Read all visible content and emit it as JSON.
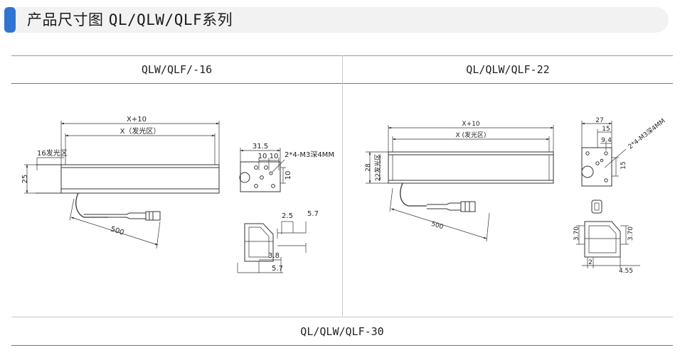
{
  "page": {
    "title_cn": "产品尺寸图",
    "title_series": "QL/QLW/QLF系列",
    "accent_color": "#2f74d0"
  },
  "sections": {
    "left_header": "QLW/QLF/-16",
    "right_header": "QL/QLW/QLF-22",
    "bottom_header": "QL/QLW/QLF-30"
  },
  "left_drawing": {
    "dim_x10": "X+10",
    "dim_x": "X（发光区）",
    "dim_emit": "16发光区",
    "dim_25": "25",
    "dim_500": "500",
    "dim_315": "31.5",
    "dim_10a": "10",
    "dim_10b": "10",
    "dim_10v": "10",
    "note_holes": "2*4-M3深4MM",
    "dim_25b": "2.5",
    "dim_57a": "5.7",
    "dim_38": "3.8",
    "dim_57b": "5.7"
  },
  "right_drawing": {
    "dim_x10": "X+10",
    "dim_x": "X (发光区)",
    "dim_28": "28",
    "dim_22": "22发光区",
    "dim_500": "500",
    "dim_27": "27",
    "dim_15a": "15",
    "dim_9": "9",
    "dim_4": "4",
    "dim_15v": "15",
    "note_holes": "2*4-M3深4MM",
    "dim_370a": "3.70",
    "dim_370b": "3.70",
    "dim_2": "2",
    "dim_455": "4.55"
  }
}
